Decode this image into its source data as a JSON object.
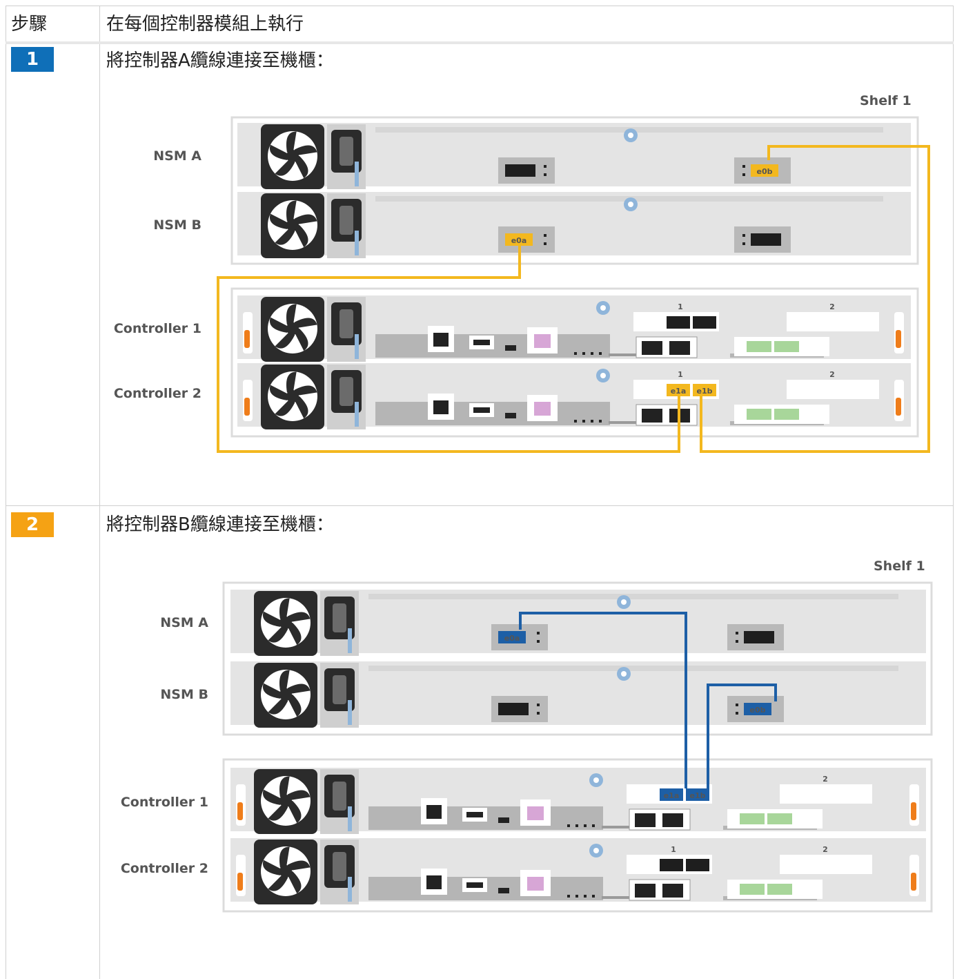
{
  "table": {
    "header": {
      "step": "步驟",
      "action": "在每個控制器模組上執行"
    },
    "rows": [
      {
        "number": "1",
        "badge_color": "#0f6fb8",
        "title": "將控制器A纜線連接至機櫃：",
        "diagram": {
          "shelf_label": "Shelf 1",
          "labels": [
            "NSM A",
            "NSM B",
            "Controller 1",
            "Controller 2"
          ],
          "cable_color": "#f3b81f",
          "ports": {
            "nsm_a": "e0b",
            "nsm_b": "e0a",
            "ctrl_a": "e1a",
            "ctrl_b": "e1b"
          },
          "slots": [
            "1",
            "2"
          ]
        }
      },
      {
        "number": "2",
        "badge_color": "#f5a214",
        "title": "將控制器B纜線連接至機櫃：",
        "diagram": {
          "shelf_label": "Shelf 1",
          "labels": [
            "NSM A",
            "NSM B",
            "Controller 1",
            "Controller 2"
          ],
          "cable_color": "#1d5fa6",
          "ports": {
            "nsm_a": "e0a",
            "nsm_b": "e0b",
            "ctrl_a": "e1a",
            "ctrl_b": "e1b"
          },
          "slots": [
            "1",
            "2"
          ]
        }
      }
    ]
  }
}
